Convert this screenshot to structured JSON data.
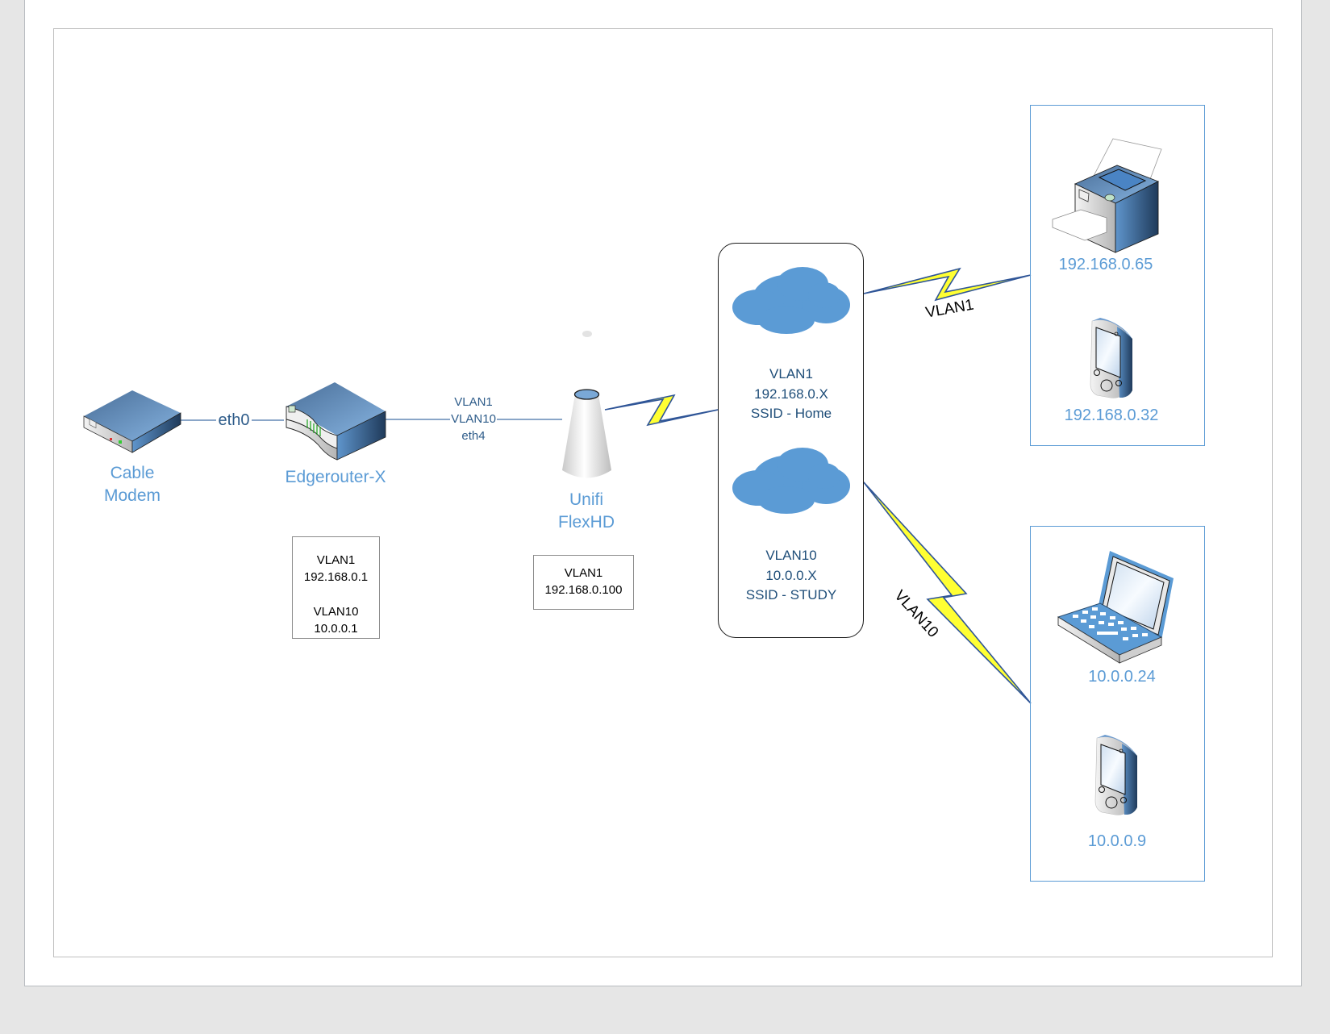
{
  "diagram": {
    "title": "Home network VLAN diagram",
    "colors": {
      "device_label": "#5b9bd5",
      "link_label": "#2e5c8a",
      "ssid_text": "#1f4e79",
      "lightning_fill": "#ffff33",
      "lightning_stroke": "#2f5597",
      "cloud": "#5b9bd5",
      "client_box_border": "#5b9bd5"
    },
    "nodes": {
      "modem": {
        "label_line1": "Cable",
        "label_line2": "Modem",
        "icon": "modem-icon"
      },
      "router": {
        "label": "Edgerouter-X",
        "icon": "router-icon",
        "info": {
          "line1": "VLAN1",
          "line2": "192.168.0.1",
          "line3": "VLAN10",
          "line4": "10.0.0.1"
        }
      },
      "access_point": {
        "label_line1": "Unifi",
        "label_line2": "FlexHD",
        "icon": "access-point-icon",
        "info": {
          "line1": "VLAN1",
          "line2": "192.168.0.100"
        }
      }
    },
    "links": {
      "modem_router": {
        "label": "eth0"
      },
      "router_ap": {
        "line1": "VLAN1",
        "line2": "VLAN10",
        "line3": "eth4"
      },
      "wifi_vlan1": {
        "label": "VLAN1"
      },
      "wifi_vlan10": {
        "label": "VLAN10"
      }
    },
    "ssids": [
      {
        "vlan": "VLAN1",
        "subnet": "192.168.0.X",
        "ssid": "SSID - Home",
        "icon": "cloud-icon"
      },
      {
        "vlan": "VLAN10",
        "subnet": "10.0.0.X",
        "ssid": "SSID - STUDY",
        "icon": "cloud-icon"
      }
    ],
    "client_groups": [
      {
        "vlan": "VLAN1",
        "clients": [
          {
            "ip": "192.168.0.65",
            "icon": "printer-icon"
          },
          {
            "ip": "192.168.0.32",
            "icon": "pda-icon"
          }
        ]
      },
      {
        "vlan": "VLAN10",
        "clients": [
          {
            "ip": "10.0.0.24",
            "icon": "laptop-icon"
          },
          {
            "ip": "10.0.0.9",
            "icon": "pda-icon"
          }
        ]
      }
    ]
  }
}
